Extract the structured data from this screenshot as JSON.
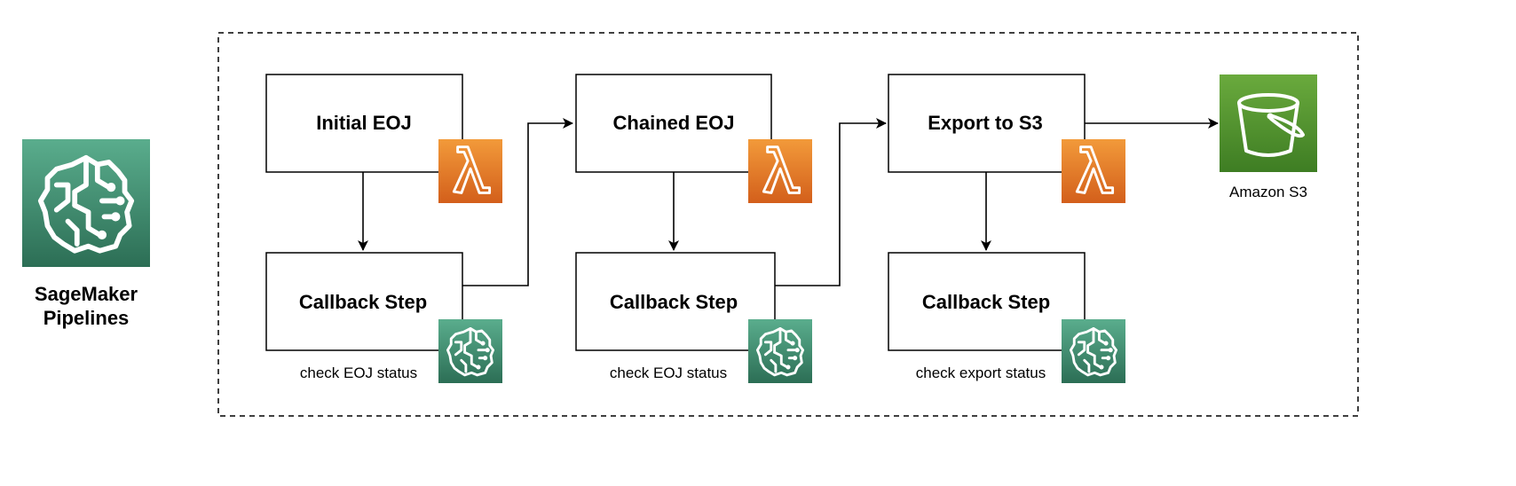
{
  "sidebar": {
    "service_lines": [
      "SageMaker",
      "Pipelines"
    ],
    "icon": "sagemaker-brain-icon"
  },
  "colors": {
    "lambda_orange_top": "#f29a3a",
    "lambda_orange_bottom": "#d35f1b",
    "sagemaker_green_top": "#5aad8d",
    "sagemaker_green_bottom": "#2c6e55",
    "s3_green_top": "#6aaa3d",
    "s3_green_bottom": "#3e7d23"
  },
  "steps": [
    {
      "title": "Initial EOJ",
      "icon": "lambda-icon"
    },
    {
      "title": "Chained EOJ",
      "icon": "lambda-icon"
    },
    {
      "title": "Export to S3",
      "icon": "lambda-icon"
    }
  ],
  "callbacks": [
    {
      "title": "Callback Step",
      "caption": "check EOJ status",
      "icon": "sagemaker-brain-icon"
    },
    {
      "title": "Callback Step",
      "caption": "check EOJ status",
      "icon": "sagemaker-brain-icon"
    },
    {
      "title": "Callback Step",
      "caption": "check export status",
      "icon": "sagemaker-brain-icon"
    }
  ],
  "target": {
    "label": "Amazon S3",
    "icon": "s3-bucket-icon"
  }
}
